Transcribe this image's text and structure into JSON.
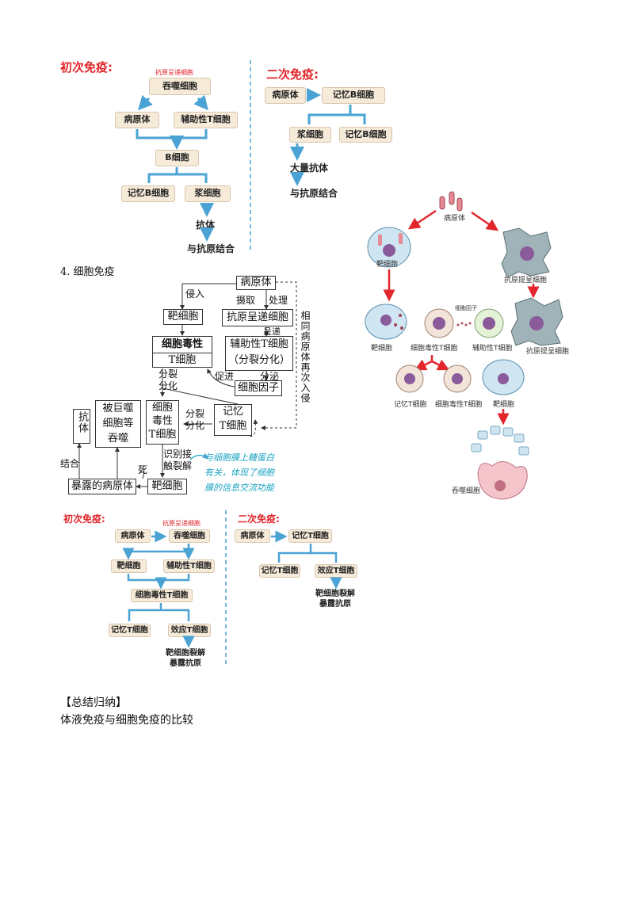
{
  "colors": {
    "title_red": "#e2262b",
    "box_fill": "#f6ead9",
    "arrow_blue": "#4aa3d4",
    "hand_blue": "#1aa3c2"
  },
  "humoral": {
    "primary": {
      "title": "初次免疫:",
      "note": "抗原呈递细胞",
      "phagocyte": "吞噬细胞",
      "pathogen": "病原体",
      "helper_t": "辅助性T细胞",
      "b_cell": "B细胞",
      "memory_b": "记忆B细胞",
      "plasma": "浆细胞",
      "antibody": "抗体",
      "bind": "与抗原结合"
    },
    "secondary": {
      "title": "二次免疫:",
      "pathogen": "病原体",
      "memory_b": "记忆B细胞",
      "plasma": "浆细胞",
      "memory_b2": "记忆B细胞",
      "antibodies": "大量抗体",
      "bind": "与抗原结合"
    }
  },
  "illustration": {
    "pathogen": "病原体",
    "target1": "靶细胞",
    "apc1": "抗原提呈细胞",
    "cytokine": "细胞因子",
    "target2": "靶细胞",
    "ctl": "细胞毒性T细胞",
    "helper": "辅助性T细胞",
    "apc2": "抗原提呈细胞",
    "memory_t": "记忆T细胞",
    "ctl2": "细胞毒性T细胞",
    "target3": "靶细胞",
    "phagocyte": "吞噬细胞"
  },
  "section4": {
    "heading": "4. 细胞免疫",
    "pathogen": "病原体",
    "invade": "侵入",
    "uptake": "摄取",
    "process": "处理",
    "target": "靶细胞",
    "apc": "抗原呈递细胞",
    "present": "呈递",
    "ctl_line1": "细胞毒性",
    "ctl_line2": "T细胞",
    "helper_line1": "辅助性T细胞",
    "helper_line2": "（分裂分化）",
    "promote": "促进",
    "secrete": "分泌",
    "cytokine": "细胞因子",
    "divide_diff": "分裂\n分化",
    "reinvade": "相同病原体再次入侵",
    "antibody_v": "抗体",
    "phago_box": "被巨噬\n细胞等\n吞噬",
    "ctl_box": "细胞\n毒性\nT细胞",
    "divide_diff2": "分裂\n分化",
    "memory_t": "记忆\nT细胞",
    "bind": "结合",
    "recognize": "识别接\n触裂解",
    "death": "死",
    "exposed": "暴露的病原体",
    "target_b": "靶细胞",
    "note": "与细胞膜上糖蛋白\n有关，体现了细胞\n膜的信息交流功能"
  },
  "cellular": {
    "primary": {
      "title": "初次免疫:",
      "note": "抗原呈递细胞",
      "pathogen": "病原体",
      "phagocyte": "吞噬细胞",
      "target": "靶细胞",
      "helper": "辅助性T细胞",
      "ctl": "细胞毒性T细胞",
      "memory_t": "记忆T细胞",
      "effector_t": "效应T细胞",
      "lysis": "靶细胞裂解\n暴露抗原"
    },
    "secondary": {
      "title": "二次免疫:",
      "pathogen": "病原体",
      "memory_t": "记忆T细胞",
      "memory_t2": "记忆T细胞",
      "effector_t": "效应T细胞",
      "lysis": "靶细胞裂解\n暴露抗原"
    }
  },
  "summary": {
    "heading": "【总结归纳】",
    "line": "体液免疫与细胞免疫的比较"
  }
}
